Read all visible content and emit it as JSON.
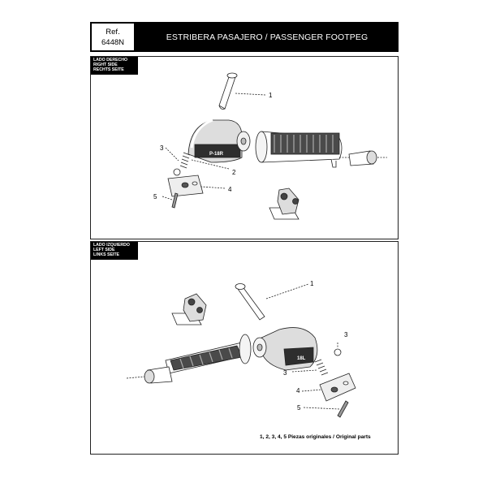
{
  "header": {
    "ref_label": "Ref.",
    "ref_code": "6448N",
    "title": "ESTRIBERA PASAJERO / PASSENGER FOOTPEG"
  },
  "panels": [
    {
      "id": "right",
      "label_lines": [
        "LADO DERECHO",
        "RIGHT SIDE",
        "RECHTS SEITE"
      ],
      "part_stamp": "P-18R",
      "callouts": [
        "1",
        "2",
        "3",
        "4",
        "5"
      ]
    },
    {
      "id": "left",
      "label_lines": [
        "LADO IZQUIERDO",
        "LEFT SIDE",
        "LINKS SEITE"
      ],
      "part_stamp": "18L",
      "callouts": [
        "1",
        "3",
        "3",
        "4",
        "5"
      ],
      "footnote": "1, 2, 3, 4, 5  Piezas originales / Original parts"
    }
  ],
  "colors": {
    "line": "#222222",
    "fill_light": "#e6e6e6",
    "fill_dark": "#3a3a3a",
    "header_bg": "#000000"
  }
}
